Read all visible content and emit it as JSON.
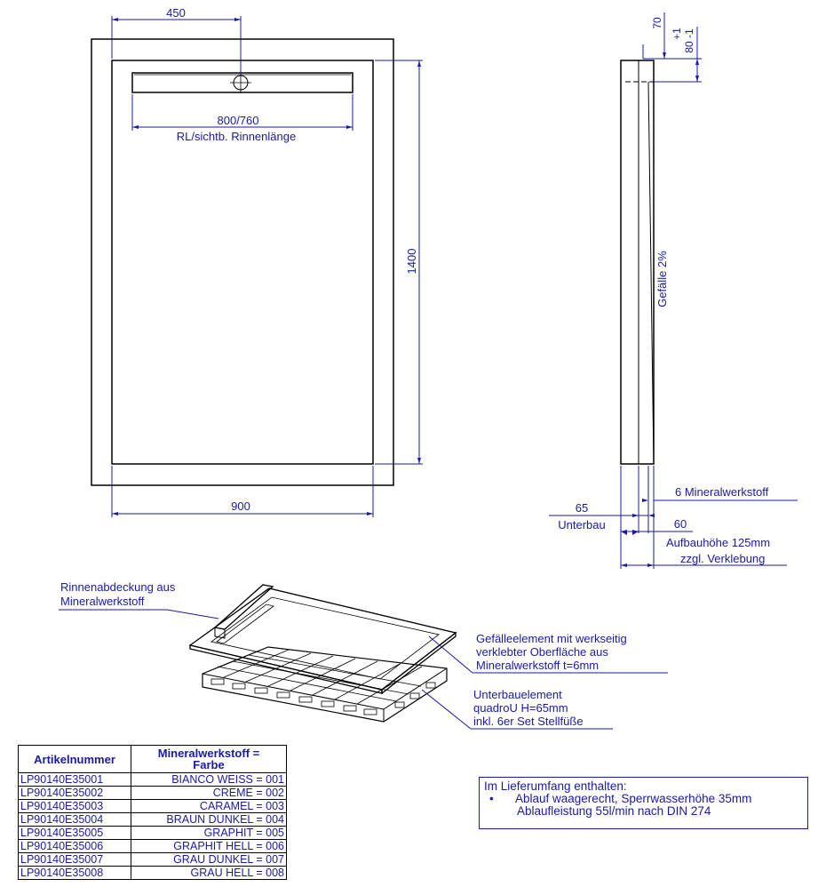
{
  "top_view": {
    "dim_drain_offset": "450",
    "dim_channel_length": "800/760",
    "channel_length_label": "RL/sichtb. Rinnenlänge",
    "dim_length": "1400",
    "dim_width": "900"
  },
  "side_view": {
    "dim_70": "70",
    "tol_plus": "+1",
    "dim_80_tol": "80 -1",
    "slope_label": "Gefälle 2%",
    "mineral_thickness_label": "6 Mineralwerkstoff",
    "dim_65": "65",
    "substructure_label": "Unterbau",
    "dim_60": "60",
    "build_height_label": "Aufbauhöhe 125mm",
    "adhesive_label": "zzgl. Verklebung"
  },
  "iso_view": {
    "cover_label_1": "Rinnenabdeckung aus",
    "cover_label_2": "Mineralwerkstoff",
    "slope_element_1": "Gefälleelement mit werkseitig",
    "slope_element_2": "verklebter Oberfläche aus",
    "slope_element_3": "Mineralwerkstoff t=6mm",
    "sub_element_1": "Unterbauelement",
    "sub_element_2": "quadroU H=65mm",
    "sub_element_3": "inkl. 6er Set Stellfüße"
  },
  "article_table": {
    "headers": [
      "Artikelnummer",
      "Mineralwerkstoff =",
      "Farbe"
    ],
    "rows": [
      {
        "article": "LP90140E35001",
        "color": "BIANCO WEISS = 001"
      },
      {
        "article": "LP90140E35002",
        "color": "CREME = 002"
      },
      {
        "article": "LP90140E35003",
        "color": "CARAMEL = 003"
      },
      {
        "article": "LP90140E35004",
        "color": "BRAUN DUNKEL = 004"
      },
      {
        "article": "LP90140E35005",
        "color": "GRAPHIT = 005"
      },
      {
        "article": "LP90140E35006",
        "color": "GRAPHIT HELL = 006"
      },
      {
        "article": "LP90140E35007",
        "color": "GRAU DUNKEL = 007"
      },
      {
        "article": "LP90140E35008",
        "color": "GRAU HELL = 008"
      }
    ]
  },
  "scope": {
    "title": "Im Lieferumfang enthalten:",
    "bullet": "•",
    "line1": "Ablauf waagerecht, Sperrwasserhöhe 35mm",
    "line2": "Ablaufleistung 55l/min nach DIN 274"
  },
  "colors": {
    "annotation": "#1a1aa8",
    "outline": "#000000"
  }
}
